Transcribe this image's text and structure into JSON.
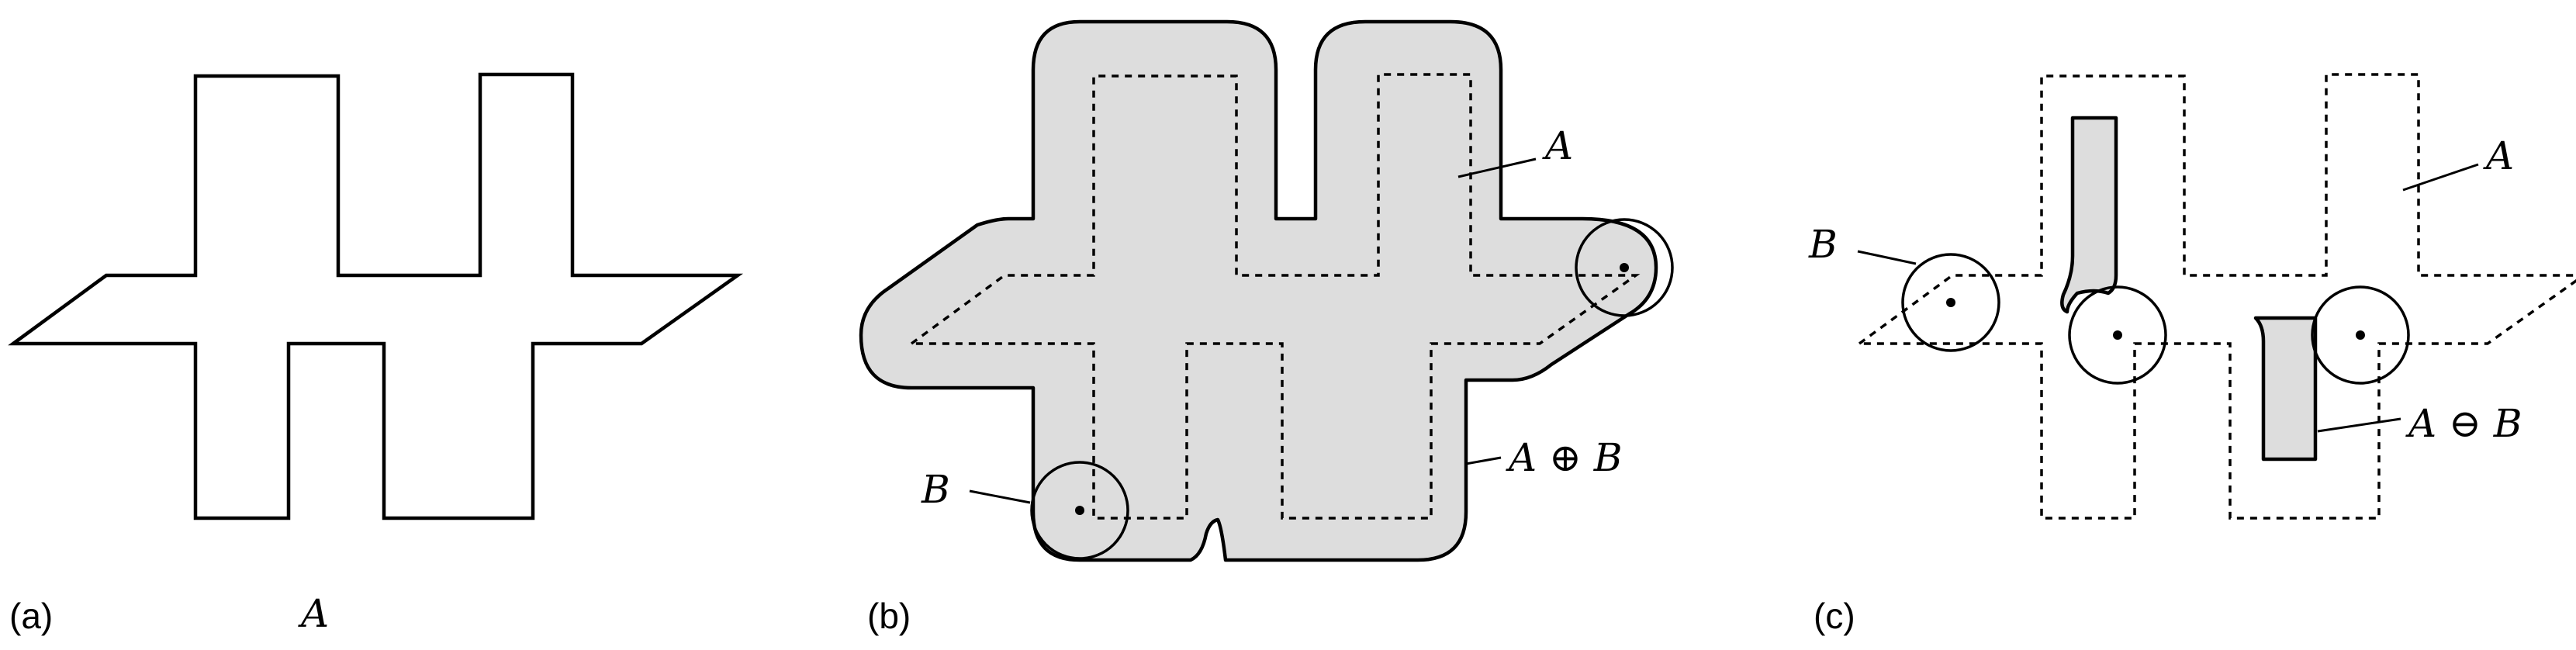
{
  "panels": {
    "a": {
      "label": "(a)",
      "set_label": "A"
    },
    "b": {
      "label": "(b)",
      "set_label": "A",
      "result_label": "A ⊕ B",
      "element_label": "B"
    },
    "c": {
      "label": "(c)",
      "set_label": "A",
      "result_label": "A ⊖ B",
      "element_label": "B"
    }
  },
  "colors": {
    "fill": "#dddddd",
    "stroke": "#000000"
  }
}
